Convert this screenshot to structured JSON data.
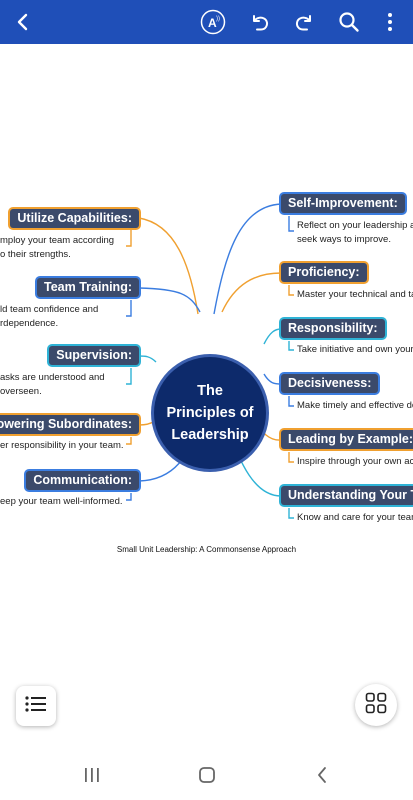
{
  "toolbar": {
    "icons": [
      "back-arrow-icon",
      "text-to-speech-icon",
      "undo-icon",
      "redo-icon",
      "search-icon",
      "more-vertical-icon"
    ],
    "background": "#1f4fb8"
  },
  "mindmap": {
    "center": [
      "The",
      "Principles of",
      "Leadership"
    ],
    "left": [
      {
        "title": "Utilize Capabilities:",
        "desc": [
          "mploy your team according",
          "o their strengths."
        ]
      },
      {
        "title": "Team Training:",
        "desc": [
          "ld team confidence and",
          "rdependence."
        ]
      },
      {
        "title": "Supervision:",
        "desc": [
          "asks are understood and",
          "overseen."
        ]
      },
      {
        "title": "mpowering Subordinates:",
        "desc": [
          "er responsibility in your team."
        ]
      },
      {
        "title": "Communication:",
        "desc": [
          "eep your team well-informed."
        ]
      }
    ],
    "right": [
      {
        "title": "Self-Improvement:",
        "desc": [
          "Reflect on your leadership ar",
          "seek ways to improve."
        ]
      },
      {
        "title": "Proficiency:",
        "desc": [
          "Master your technical and ta"
        ]
      },
      {
        "title": "Responsibility:",
        "desc": [
          "Take initiative and own your"
        ]
      },
      {
        "title": "Decisiveness:",
        "desc": [
          "Make timely and effective de"
        ]
      },
      {
        "title": "Leading by Example:",
        "desc": [
          "Inspire through your own act"
        ]
      },
      {
        "title": "Understanding Your Tea",
        "desc": [
          "Know and care for your team"
        ]
      }
    ],
    "caption": "Small Unit Leadership: A Commonsense Approach",
    "colors": {
      "center": "#0d2a6b",
      "node": "#3b4a6b",
      "orange": "#f0a030",
      "blue": "#3b7de0",
      "cyan": "#2fb3d6"
    }
  },
  "fabs": {
    "left_icon": "list-icon",
    "right_icon": "grid-icon"
  },
  "navbar": {
    "icons": [
      "recent-apps-icon",
      "home-icon",
      "back-icon"
    ]
  }
}
